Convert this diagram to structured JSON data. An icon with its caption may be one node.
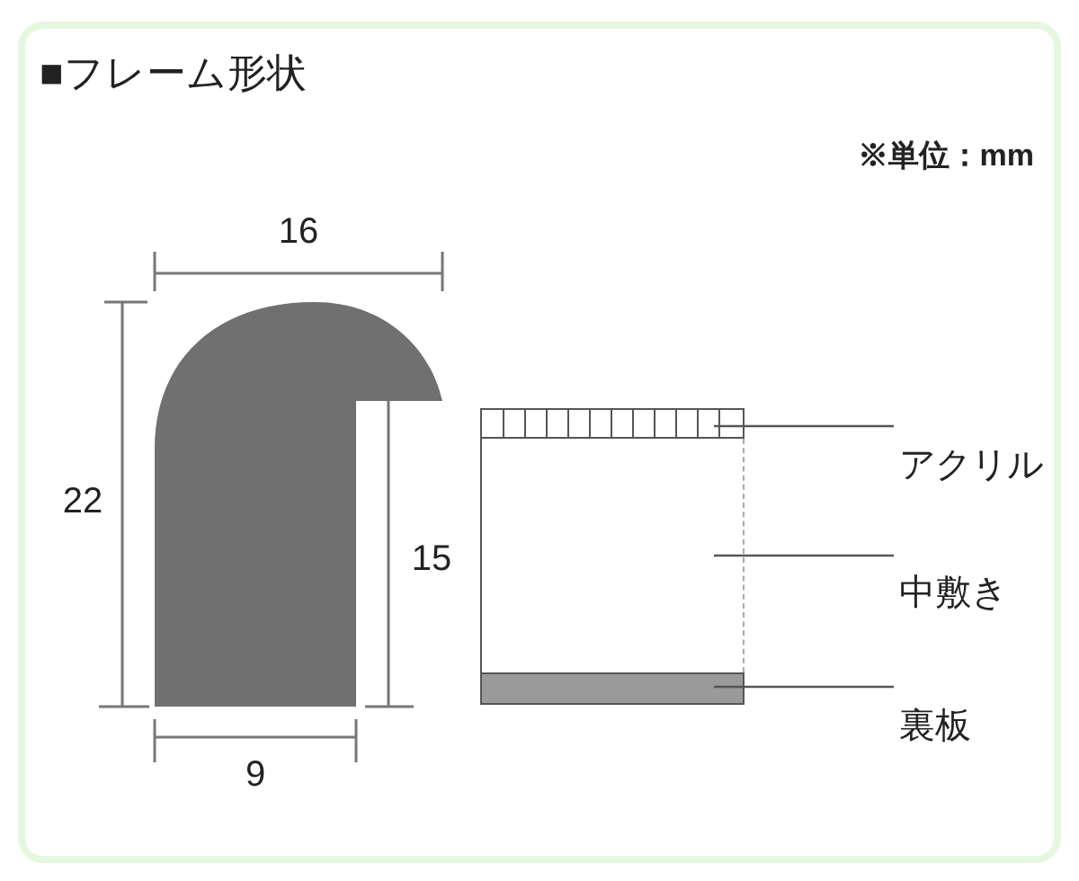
{
  "diagram": {
    "title": "■フレーム形状",
    "nodes": [
      {
        "text": [
          "アクリル"
        ]
      },
      {
        "text": [],
        "shape": "box"
      },
      {
        "text": [
          "中敷き"
        ]
      },
      {
        "text": [],
        "shape": "box"
      },
      {
        "text": [
          "裏板"
        ]
      },
      {
        "text": [],
        "shape": "bar"
      }
    ],
    "edges": [
      {
        "from": 0,
        "to": 1,
        "arrow": "none"
      },
      {
        "from": 2,
        "to": 3,
        "arrow": "none"
      },
      {
        "from": 4,
        "to": 5,
        "arrow": "none"
      }
    ],
    "labels": [
      "※単位：mm",
      "16",
      "22",
      "15",
      "9"
    ]
  }
}
